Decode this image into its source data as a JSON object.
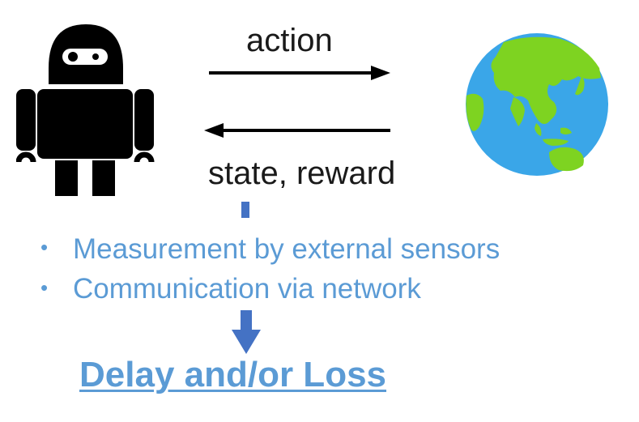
{
  "diagram": {
    "action_label": "action",
    "state_reward_label": "state, reward",
    "bullets": [
      "Measurement by external sensors",
      "Communication via network"
    ],
    "conclusion": "Delay and/or Loss"
  },
  "icons": {
    "agent": "robot-icon",
    "environment": "globe-icon"
  },
  "colors": {
    "accent": "#5b9bd5",
    "arrow_blue": "#4472c4",
    "text": "#1a1a1a",
    "globe_ocean": "#3aa6e8",
    "globe_land": "#7ed321"
  }
}
